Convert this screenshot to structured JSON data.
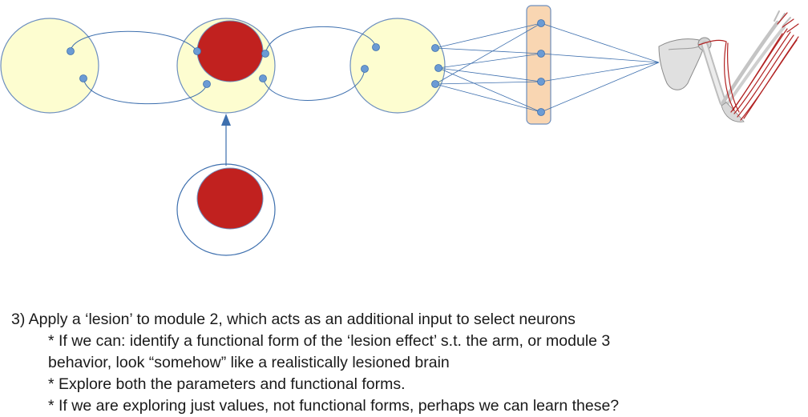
{
  "notes": {
    "heading": "3) Apply a ‘lesion’ to module 2, which acts as an additional input to select neurons",
    "b1_line1": "* If we can: identify a functional form of the ‘lesion effect’ s.t. the arm, or module 3",
    "b1_line2": "behavior, look “somehow” like a realistically lesioned brain",
    "b2": "* Explore both the parameters and functional forms.",
    "b3": "* If we are exploring just values, not functional forms, perhaps we can learn these?"
  },
  "colors": {
    "module_fill": "#fdfdd0",
    "module_stroke": "#6d8fbf",
    "lesion": "#c1211f",
    "node": "#6b9bd4",
    "output_layer": "#f9d6b2",
    "link": "#3d6fae",
    "bone": "#d9d9d9",
    "muscle": "#b22222"
  },
  "icons": [
    "arm-skeleton-icon",
    "arrow-up-icon"
  ]
}
